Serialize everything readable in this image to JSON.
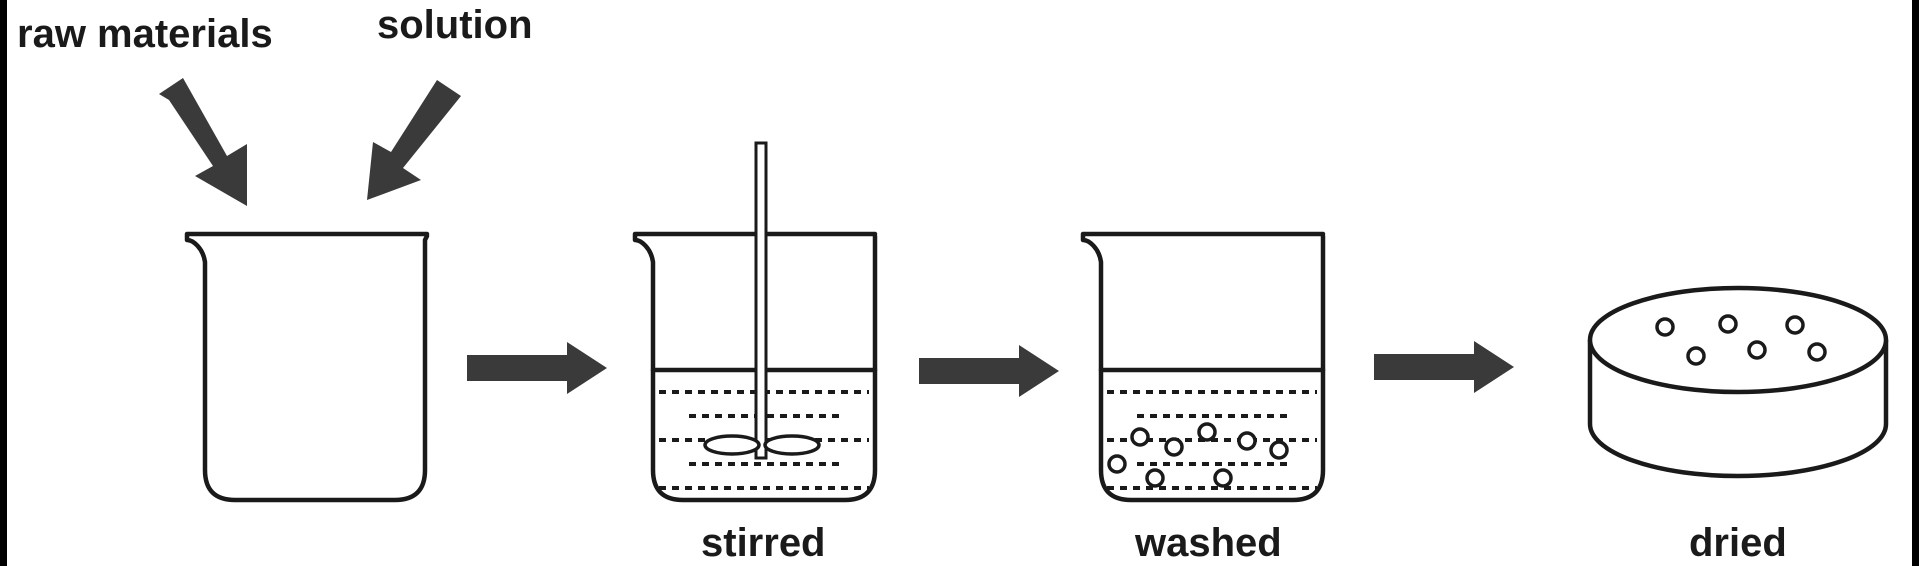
{
  "labels": {
    "raw_materials": "raw materials",
    "solution": "solution",
    "stirred": "stirred",
    "washed": "washed",
    "dried": "dried"
  },
  "colors": {
    "line": "#1a1a1a",
    "arrow": "#3a3a3a",
    "background": "#ffffff",
    "border": "#000000"
  },
  "steps": [
    {
      "id": "empty-beaker",
      "label": ""
    },
    {
      "id": "stirred-beaker",
      "label": "stirred"
    },
    {
      "id": "washed-beaker",
      "label": "washed"
    },
    {
      "id": "dried-dish",
      "label": "dried"
    }
  ]
}
